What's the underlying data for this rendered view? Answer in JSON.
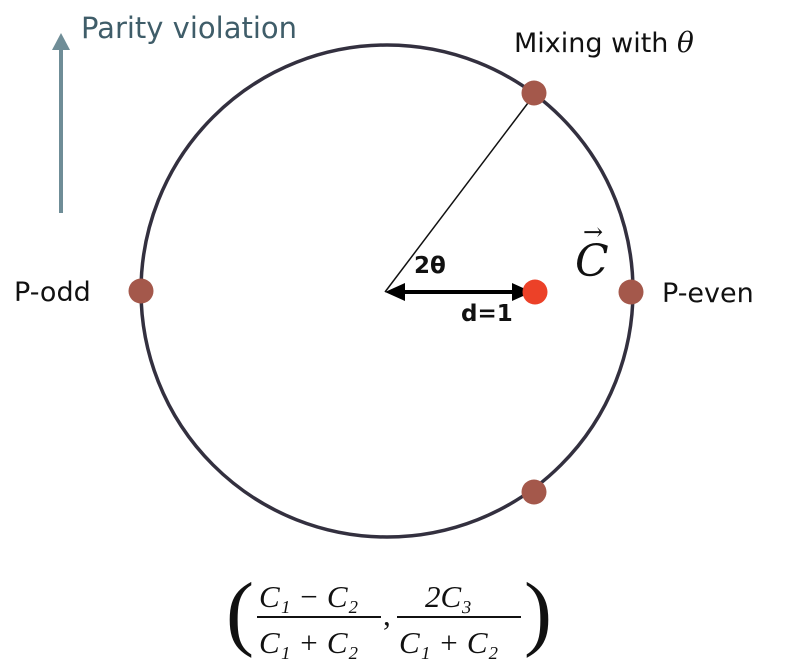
{
  "colors": {
    "circle": "#33303f",
    "point": "#a4584b",
    "center_point": "#ec4128",
    "parity_arrow": "#6f8d97",
    "parity_text": "#3f5d69",
    "text": "#111111"
  },
  "labels": {
    "parity_violation": "Parity violation",
    "mixing_prefix": "Mixing with ",
    "theta": "θ",
    "p_odd": "P-odd",
    "p_even": "P-even",
    "angle": "2θ",
    "distance": "d=1",
    "vector_c": "C",
    "vector_arrow": "→"
  },
  "formula": {
    "left_paren": "(",
    "right_paren": ")",
    "frac1_num": "C₁ − C₂",
    "frac1_den": "C₁ + C₂",
    "comma": ",",
    "frac2_num": "2C₃",
    "frac2_den": "C₁ + C₂"
  }
}
